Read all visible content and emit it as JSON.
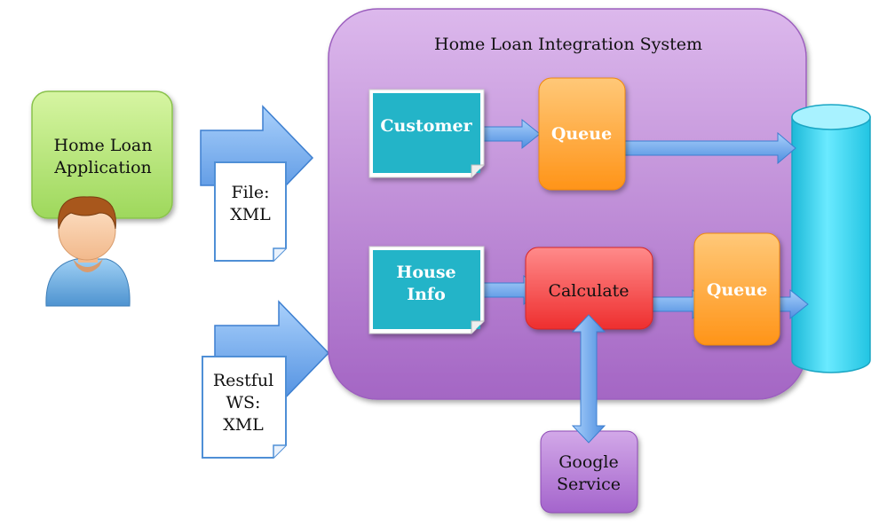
{
  "system": {
    "title": "Home Loan Integration System"
  },
  "app": {
    "line1": "Home Loan",
    "line2": "Application"
  },
  "docs": {
    "file": {
      "line1": "File:",
      "line2": "XML"
    },
    "restful": {
      "line1": "Restful",
      "line2": "WS:",
      "line3": "XML"
    }
  },
  "nodes": {
    "customer": "Customer",
    "house": {
      "line1": "House",
      "line2": "Info"
    },
    "queue_top": "Queue",
    "calculate": "Calculate",
    "queue_bottom": "Queue",
    "google": {
      "line1": "Google",
      "line2": "Service"
    }
  },
  "colors": {
    "system_bg": "#c08ad8",
    "app_bg": "#b4e47a",
    "teal": "#23b4c8",
    "orange": "#ffa434",
    "red": "#f44848",
    "google_bg": "#b67ad6",
    "cylinder": "#3ed6ef",
    "arrow": "#5f9ee8"
  }
}
